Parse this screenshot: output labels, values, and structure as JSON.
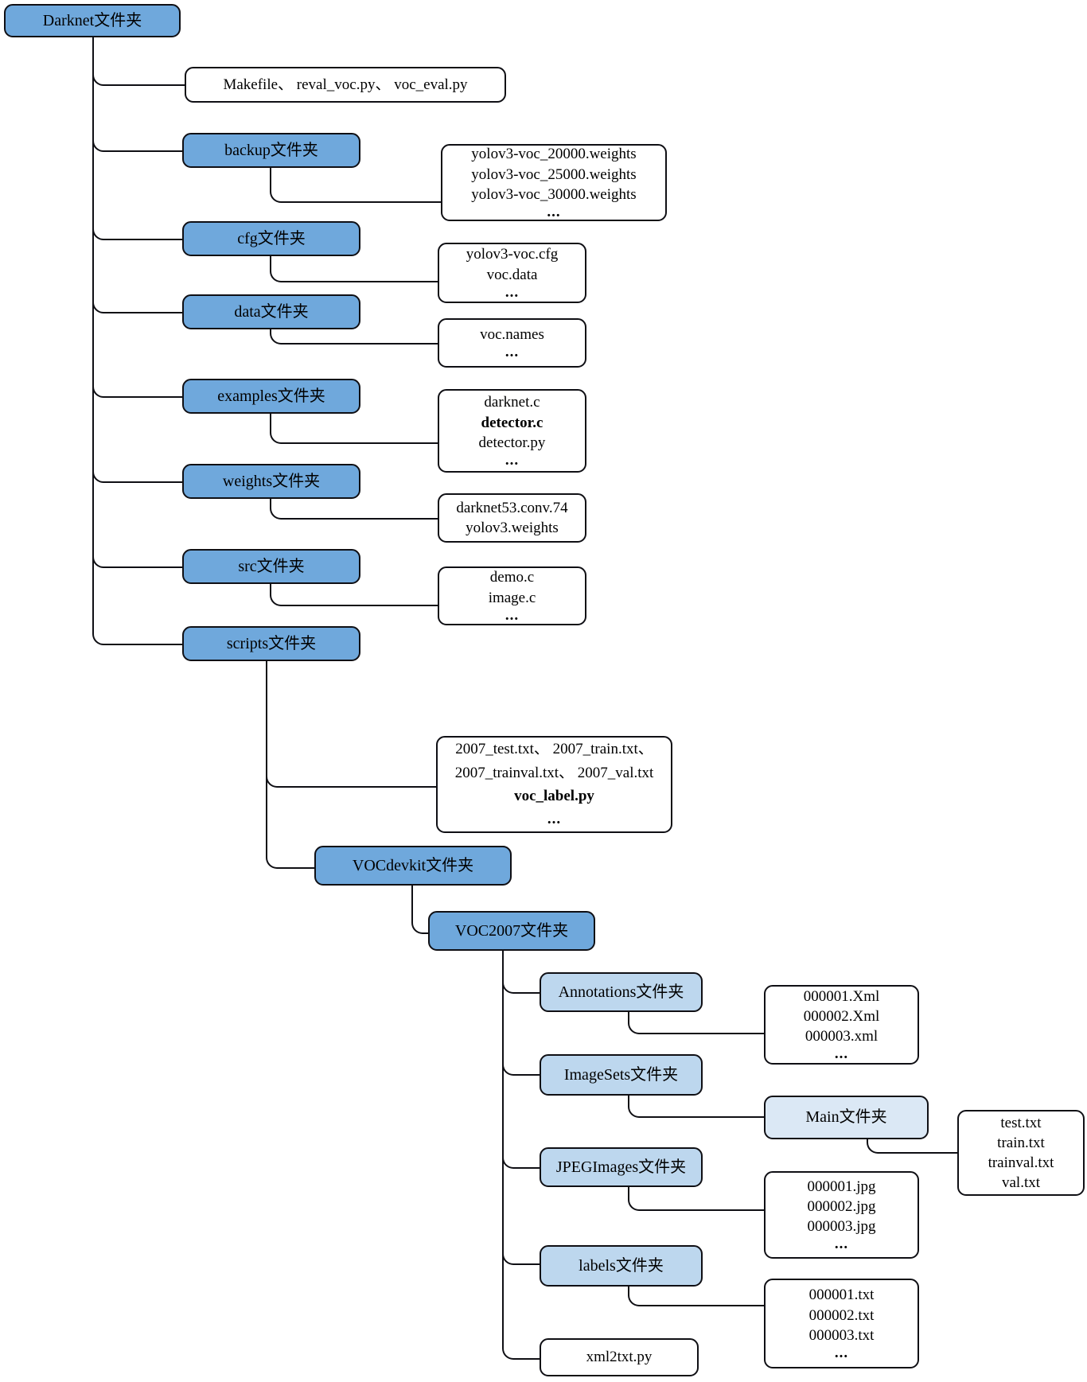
{
  "diagram_title": "Darknet folder structure tree",
  "colors": {
    "folder_blue": "#6fa8dc",
    "folder_light_blue": "#bdd7ee",
    "folder_lighter_blue": "#dbe8f5",
    "file_box_white": "#ffffff",
    "line_color": "#0f0f14"
  },
  "nodes": {
    "darknet": {
      "label": "Darknet文件夹"
    },
    "root_files": {
      "lines": [
        "Makefile、 reval_voc.py、 voc_eval.py"
      ]
    },
    "backup": {
      "label": "backup文件夹"
    },
    "backup_files": {
      "lines": [
        "yolov3-voc_20000.weights",
        "yolov3-voc_25000.weights",
        "yolov3-voc_30000.weights",
        "..."
      ]
    },
    "cfg": {
      "label": "cfg文件夹"
    },
    "cfg_files": {
      "lines": [
        "yolov3-voc.cfg",
        "voc.data",
        "..."
      ]
    },
    "data_folder": {
      "label": "data文件夹"
    },
    "data_files": {
      "lines": [
        "voc.names",
        "..."
      ]
    },
    "examples": {
      "label": "examples文件夹"
    },
    "examples_files": {
      "lines": [
        "darknet.c",
        "detector.c",
        "detector.py",
        "..."
      ]
    },
    "weights": {
      "label": "weights文件夹"
    },
    "weights_files": {
      "lines": [
        "darknet53.conv.74",
        "yolov3.weights"
      ]
    },
    "src": {
      "label": "src文件夹"
    },
    "src_files": {
      "lines": [
        "demo.c",
        "image.c",
        "..."
      ]
    },
    "scripts": {
      "label": "scripts文件夹"
    },
    "scripts_files": {
      "lines": [
        "2007_test.txt、 2007_train.txt、",
        "2007_trainval.txt、 2007_val.txt",
        "voc_label.py",
        "..."
      ]
    },
    "vocdevkit": {
      "label": "VOCdevkit文件夹"
    },
    "voc2007": {
      "label": "VOC2007文件夹"
    },
    "annotations": {
      "label": "Annotations文件夹"
    },
    "annotations_files": {
      "lines": [
        "000001.Xml",
        "000002.Xml",
        "000003.xml",
        "..."
      ]
    },
    "imagesets": {
      "label": "ImageSets文件夹"
    },
    "main": {
      "label": "Main文件夹"
    },
    "main_files": {
      "lines": [
        "test.txt",
        "train.txt",
        "trainval.txt",
        "val.txt"
      ]
    },
    "jpegimages": {
      "label": "JPEGImages文件夹"
    },
    "jpegimages_files": {
      "lines": [
        "000001.jpg",
        "000002.jpg",
        "000003.jpg",
        "..."
      ]
    },
    "labels": {
      "label": "labels文件夹"
    },
    "labels_files": {
      "lines": [
        "000001.txt",
        "000002.txt",
        "000003.txt",
        "..."
      ]
    },
    "xml2txt": {
      "label": "xml2txt.py"
    }
  }
}
